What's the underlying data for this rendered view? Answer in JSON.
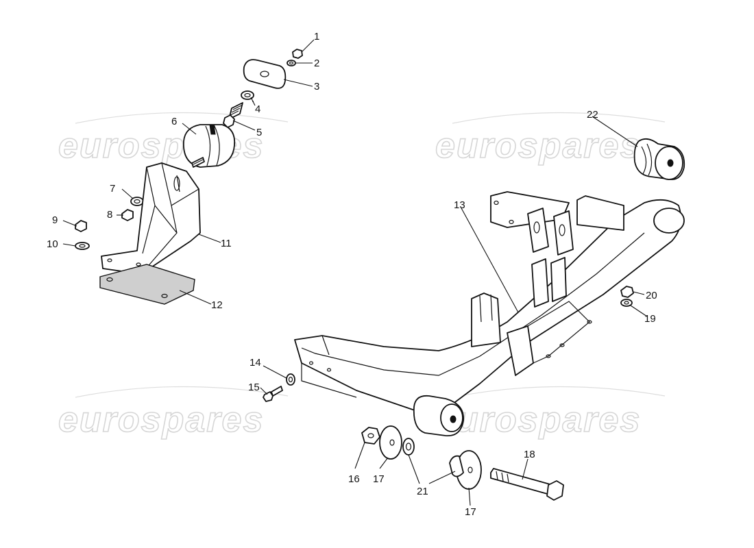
{
  "watermark": {
    "text": "eurospares"
  },
  "callouts": [
    {
      "id": "1",
      "label": "1"
    },
    {
      "id": "2",
      "label": "2"
    },
    {
      "id": "3",
      "label": "3"
    },
    {
      "id": "4",
      "label": "4"
    },
    {
      "id": "5",
      "label": "5"
    },
    {
      "id": "6",
      "label": "6"
    },
    {
      "id": "7",
      "label": "7"
    },
    {
      "id": "8",
      "label": "8"
    },
    {
      "id": "9",
      "label": "9"
    },
    {
      "id": "10",
      "label": "10"
    },
    {
      "id": "11",
      "label": "11"
    },
    {
      "id": "12",
      "label": "12"
    },
    {
      "id": "13",
      "label": "13"
    },
    {
      "id": "14",
      "label": "14"
    },
    {
      "id": "15",
      "label": "15"
    },
    {
      "id": "16",
      "label": "16"
    },
    {
      "id": "17a",
      "label": "17"
    },
    {
      "id": "17b",
      "label": "17"
    },
    {
      "id": "18",
      "label": "18"
    },
    {
      "id": "19",
      "label": "19"
    },
    {
      "id": "20",
      "label": "20"
    },
    {
      "id": "21",
      "label": "21"
    },
    {
      "id": "22",
      "label": "22"
    }
  ]
}
